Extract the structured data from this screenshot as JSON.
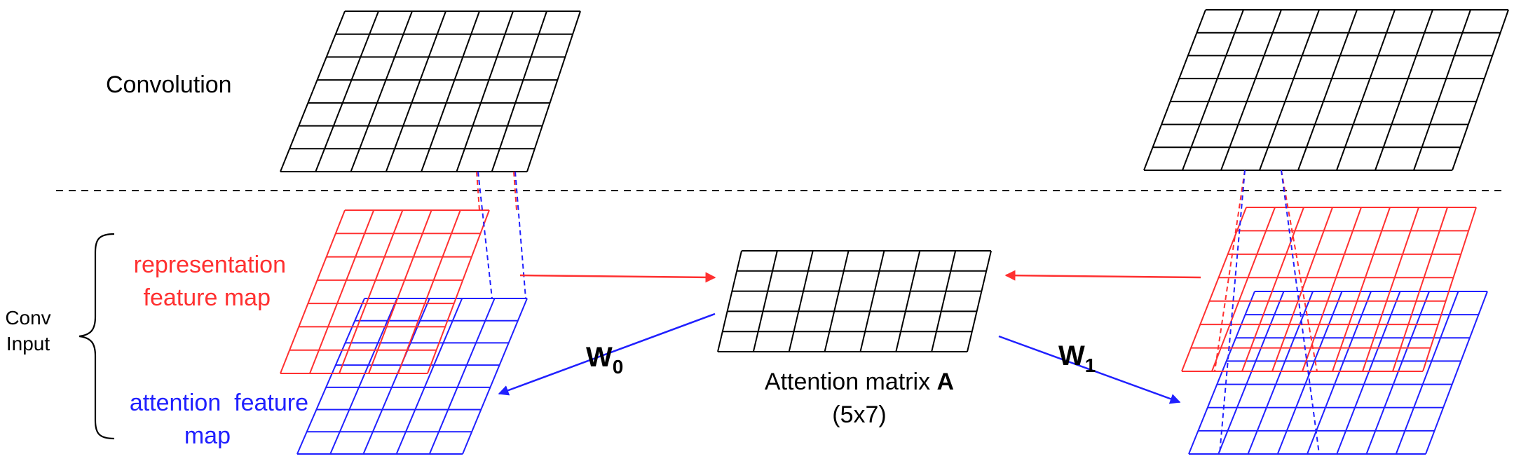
{
  "labels": {
    "convolution": "Convolution",
    "representation_line1": "representation",
    "representation_line2": "feature map",
    "attention_line1": "attention  feature",
    "attention_line2": "map",
    "conv_input_line1": "Conv",
    "conv_input_line2": "Input",
    "w0_main": "W",
    "w0_sub": "0",
    "w1_main": "W",
    "w1_sub": "1",
    "attention_matrix_text": "Attention matrix ",
    "attention_matrix_symbol": "A",
    "attention_matrix_dims": "(5x7)"
  },
  "colors": {
    "black": "#000000",
    "red": "#ff3030",
    "blue": "#2020ff",
    "dashed_divider": "#000000"
  },
  "grids": {
    "left_conv": {
      "rows": 7,
      "cols": 7,
      "color": "black"
    },
    "right_conv": {
      "rows": 7,
      "cols": 8,
      "color": "black"
    },
    "left_representation": {
      "rows": 7,
      "cols": 5,
      "color": "red"
    },
    "left_attention": {
      "rows": 7,
      "cols": 5,
      "color": "blue"
    },
    "attention_matrix": {
      "rows": 5,
      "cols": 7,
      "color": "black"
    },
    "right_representation": {
      "rows": 7,
      "cols": 8,
      "color": "red"
    },
    "right_attention": {
      "rows": 7,
      "cols": 8,
      "color": "blue"
    }
  }
}
